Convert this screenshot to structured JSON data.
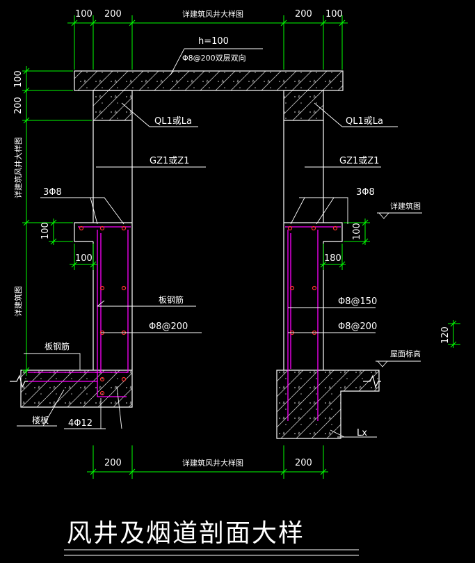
{
  "dimensions": {
    "top": [
      "100",
      "200",
      "详建筑风井大样图",
      "200",
      "100"
    ],
    "bottom": [
      "200",
      "详建筑风井大样图",
      "200"
    ],
    "left_100": "100",
    "left_200": "200",
    "left_detail": "详建筑风井大样图",
    "left_ledge_100": "100",
    "left_jianzhu": "详建筑图",
    "ledge_left_100": "100",
    "ledge_right_180": "180",
    "right_100": "100",
    "right_120": "120"
  },
  "labels": {
    "slab_thickness": "h=100",
    "slab_rebar": "Φ8@200双层双向",
    "ql_left": "QL1或La",
    "ql_right": "QL1或La",
    "gz_left": "GZ1或Z1",
    "gz_right": "GZ1或Z1",
    "bars_3phi8_left": "3Φ8",
    "bars_3phi8_right": "3Φ8",
    "jianzhu_right": "详建筑图",
    "slab_bar_center": "板钢筋",
    "phi8_200_left": "Φ8@200",
    "phi8_150_right": "Φ8@150",
    "phi8_200_right": "Φ8@200",
    "slab_bar_left": "板钢筋",
    "roof_level": "屋面标高",
    "floor_slab": "楼板",
    "bars_4phi12": "4Φ12",
    "lx": "Lx"
  },
  "title": "风井及烟道剖面大样",
  "colors": {
    "background": "#000000",
    "outline": "#ffffff",
    "dimension": "#00ff00",
    "rebar": "#ff00ff",
    "hatch": "#bbbbbb",
    "rebar_dot": "#ff3333"
  }
}
